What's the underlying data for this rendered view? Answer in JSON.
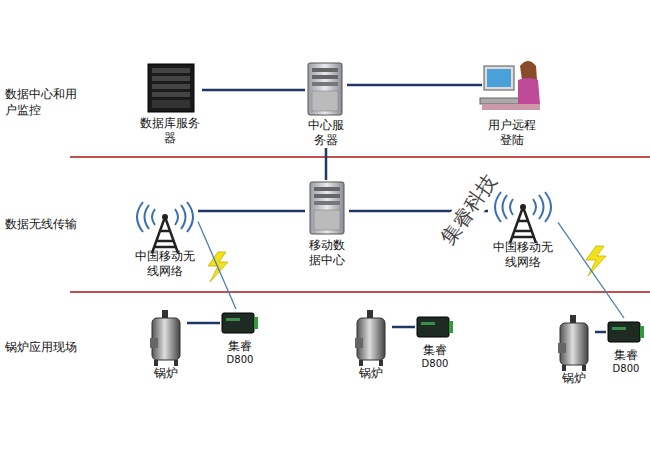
{
  "diagram": {
    "nodes": [
      {
        "text": [
          "数据库服务器"
        ]
      },
      {
        "text": [
          "中心服务器"
        ]
      },
      {
        "text": [
          "用户远程登陆"
        ]
      },
      {
        "text": [
          "中国移动无线网络"
        ]
      },
      {
        "text": [
          "移动数据中心"
        ]
      },
      {
        "text": [
          "中国移动无线网络"
        ]
      },
      {
        "text": [
          "锅炉"
        ]
      },
      {
        "text": [
          "集睿",
          "D800"
        ]
      },
      {
        "text": [
          "锅炉"
        ]
      },
      {
        "text": [
          "集睿",
          "D800"
        ]
      },
      {
        "text": [
          "锅炉"
        ]
      },
      {
        "text": [
          "集睿",
          "D800"
        ]
      }
    ],
    "edges": [
      {
        "from": 0,
        "to": 1,
        "arrow": "none"
      },
      {
        "from": 1,
        "to": 2,
        "arrow": "none"
      },
      {
        "from": 1,
        "to": 4,
        "arrow": "none"
      },
      {
        "from": 3,
        "to": 4,
        "arrow": "none"
      },
      {
        "from": 4,
        "to": 5,
        "arrow": "none"
      },
      {
        "from": 3,
        "to": 7,
        "arrow": "none"
      },
      {
        "from": 5,
        "to": 11,
        "arrow": "none"
      },
      {
        "from": 6,
        "to": 7,
        "arrow": "none"
      },
      {
        "from": 8,
        "to": 9,
        "arrow": "none"
      },
      {
        "from": 10,
        "to": 11,
        "arrow": "none"
      }
    ],
    "labels": [
      "数据中心和用户监控",
      "数据无线传输",
      "锅炉应用现场",
      "集睿科技"
    ]
  }
}
